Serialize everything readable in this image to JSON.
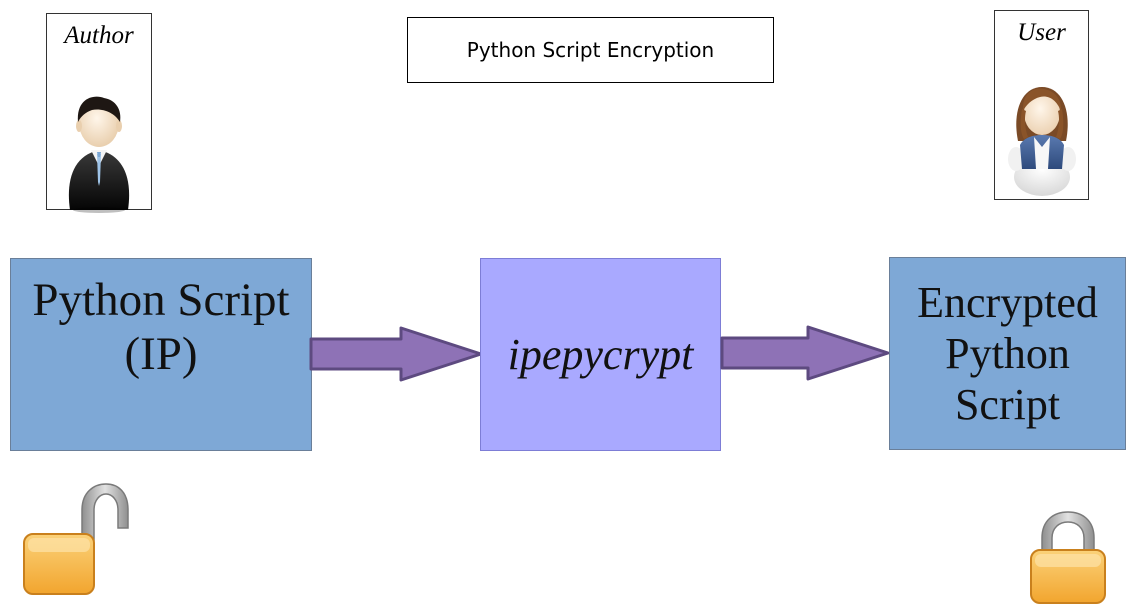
{
  "title": "Python Script Encryption",
  "author": {
    "label": "Author",
    "icon": "businessman-avatar-icon"
  },
  "user": {
    "label": "User",
    "icon": "woman-avatar-icon"
  },
  "flow": {
    "source": {
      "lines": [
        "Python Script",
        "(IP)"
      ]
    },
    "tool": {
      "label": "ipepycrypt"
    },
    "output": {
      "lines": [
        "Encrypted",
        "Python",
        "Script"
      ]
    }
  },
  "locks": {
    "left": {
      "state": "unlocked",
      "icon": "unlocked-padlock-icon"
    },
    "right": {
      "state": "locked",
      "icon": "locked-padlock-icon"
    }
  },
  "colors": {
    "source_block": "#7ea8d6",
    "tool_block": "#a9a9ff",
    "output_block": "#7ea8d6",
    "arrow_fill": "#8e72b6",
    "arrow_stroke": "#5d4a80",
    "lock_body": "#f4b23e",
    "lock_shackle": "#b8b8b8"
  }
}
